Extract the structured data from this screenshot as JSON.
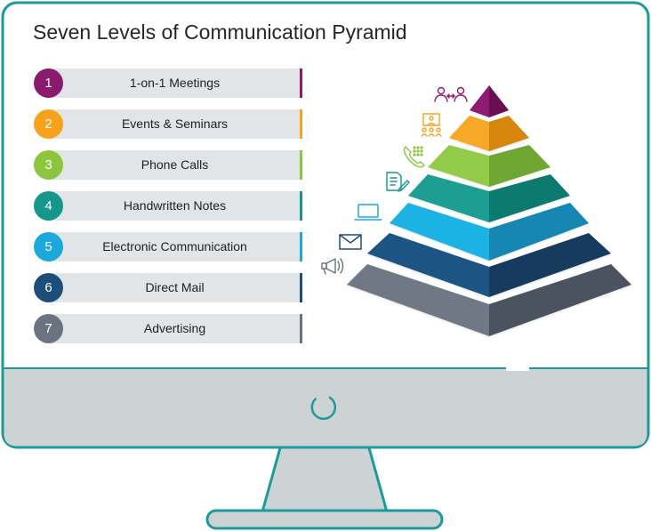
{
  "title": "Seven Levels of Communication Pyramid",
  "levels": [
    {
      "number": "1",
      "label": "1-on-1 Meetings",
      "color": "#8a1a6e",
      "icon": "people-exchange-icon"
    },
    {
      "number": "2",
      "label": "Events & Seminars",
      "color": "#f7a21b",
      "icon": "presentation-audience-icon"
    },
    {
      "number": "3",
      "label": "Phone Calls",
      "color": "#8cc63f",
      "icon": "phone-keypad-icon"
    },
    {
      "number": "4",
      "label": "Handwritten Notes",
      "color": "#17978c",
      "icon": "document-pen-icon"
    },
    {
      "number": "5",
      "label": "Electronic Communication",
      "color": "#1ba8dc",
      "icon": "laptop-icon"
    },
    {
      "number": "6",
      "label": "Direct Mail",
      "color": "#1d4e79",
      "icon": "envelope-icon"
    },
    {
      "number": "7",
      "label": "Advertising",
      "color": "#6b7280",
      "icon": "megaphone-icon"
    }
  ],
  "theme": {
    "monitor_frame": "#1b9a9b",
    "monitor_chin": "#cdd3d5",
    "row_bar": "#e1e5e8"
  }
}
